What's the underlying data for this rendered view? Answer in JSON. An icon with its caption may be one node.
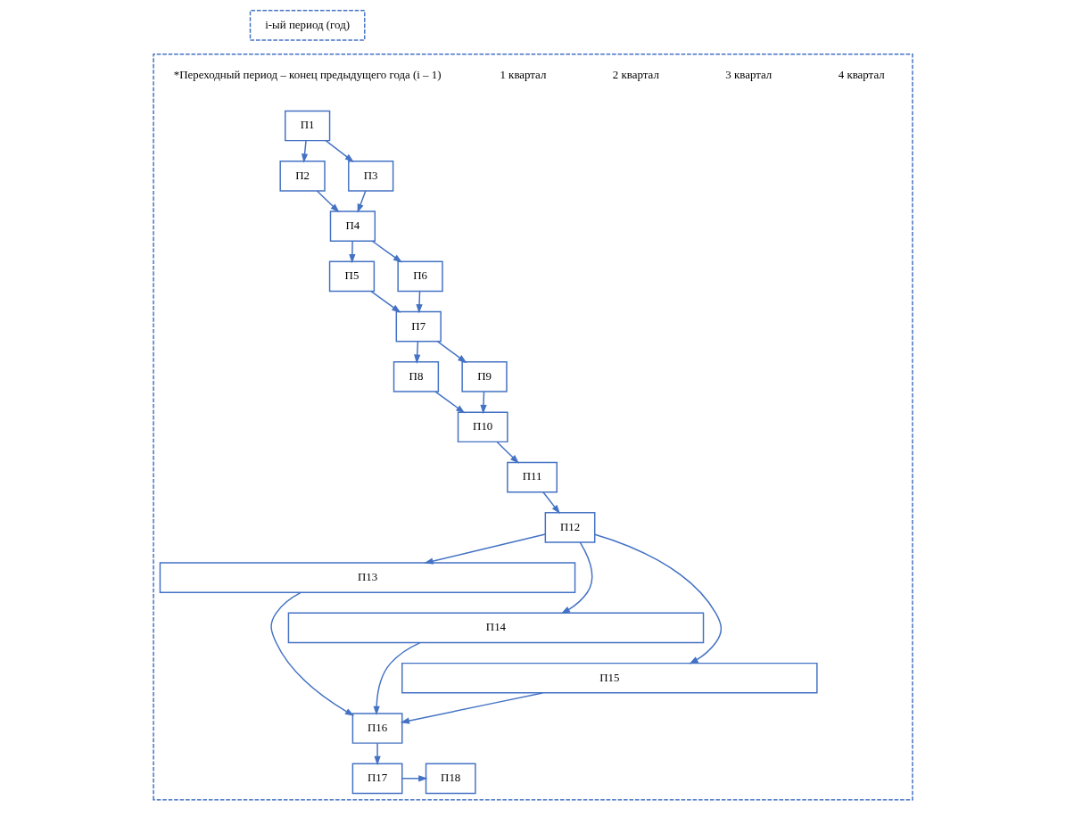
{
  "diagram": {
    "nodes": [
      {
        "text": [
          "i-ый период (год)"
        ]
      },
      {
        "text": [],
        "shape": "box"
      },
      {
        "text": [
          "П1"
        ],
        "in": 1
      },
      {
        "text": [
          "П2"
        ],
        "in": 1
      },
      {
        "text": [
          "П3"
        ],
        "in": 1
      },
      {
        "text": [
          "П4"
        ],
        "in": 1
      },
      {
        "text": [
          "П5"
        ],
        "in": 1
      },
      {
        "text": [
          "П6"
        ],
        "in": 1
      },
      {
        "text": [
          "П7"
        ],
        "in": 1
      },
      {
        "text": [
          "П8"
        ],
        "in": 1
      },
      {
        "text": [
          "П9"
        ],
        "in": 1
      },
      {
        "text": [
          "П10"
        ],
        "in": 1
      },
      {
        "text": [
          "П11"
        ],
        "in": 1
      },
      {
        "text": [
          "П12"
        ],
        "in": 1
      },
      {
        "text": [
          "П13"
        ],
        "in": 1
      },
      {
        "text": [
          "П14"
        ],
        "in": 1
      },
      {
        "text": [
          "П15"
        ],
        "in": 1
      },
      {
        "text": [
          "П16"
        ],
        "in": 1
      },
      {
        "text": [
          "П17"
        ],
        "in": 1
      },
      {
        "text": [
          "П18"
        ],
        "in": 1
      }
    ],
    "edges": [
      {
        "from": 2,
        "to": 3,
        "arrow": "to"
      },
      {
        "from": 2,
        "to": 4,
        "arrow": "to"
      },
      {
        "from": 3,
        "to": 5,
        "arrow": "to"
      },
      {
        "from": 4,
        "to": 5,
        "arrow": "to"
      },
      {
        "from": 5,
        "to": 6,
        "arrow": "to"
      },
      {
        "from": 5,
        "to": 7,
        "arrow": "to"
      },
      {
        "from": 6,
        "to": 8,
        "arrow": "to"
      },
      {
        "from": 7,
        "to": 8,
        "arrow": "to"
      },
      {
        "from": 8,
        "to": 9,
        "arrow": "to"
      },
      {
        "from": 8,
        "to": 10,
        "arrow": "to"
      },
      {
        "from": 9,
        "to": 11,
        "arrow": "to"
      },
      {
        "from": 10,
        "to": 11,
        "arrow": "to"
      },
      {
        "from": 11,
        "to": 12,
        "arrow": "to"
      },
      {
        "from": 12,
        "to": 13,
        "arrow": "to"
      },
      {
        "from": 13,
        "to": 14,
        "arrow": "to"
      },
      {
        "from": 13,
        "to": 15,
        "arrow": "to"
      },
      {
        "from": 13,
        "to": 16,
        "arrow": "to"
      },
      {
        "from": 14,
        "to": 17,
        "arrow": "to"
      },
      {
        "from": 15,
        "to": 17,
        "arrow": "to"
      },
      {
        "from": 16,
        "to": 17,
        "arrow": "to"
      },
      {
        "from": 17,
        "to": 18,
        "arrow": "to"
      },
      {
        "from": 18,
        "to": 19,
        "arrow": "to"
      }
    ],
    "labels": [
      "*Переходный период – конец предыдущего года (i – 1)",
      "1 квартал",
      "2 квартал",
      "3 квартал",
      "4 квартал"
    ]
  }
}
